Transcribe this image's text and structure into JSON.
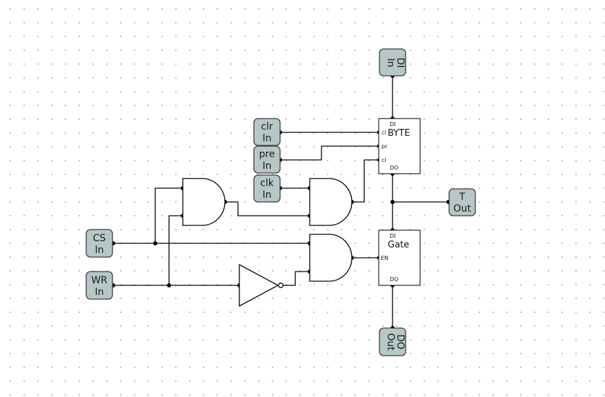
{
  "pins": {
    "di_in": {
      "name": "DI",
      "kind": "In"
    },
    "clr_in": {
      "name": "clr",
      "kind": "In"
    },
    "pre_in": {
      "name": "pre",
      "kind": "In"
    },
    "clk_in": {
      "name": "clk",
      "kind": "In"
    },
    "cs_in": {
      "name": "CS",
      "kind": "In"
    },
    "wr_in": {
      "name": "WR",
      "kind": "In"
    },
    "t_out": {
      "name": "T",
      "kind": "Out"
    },
    "do_out": {
      "name": "DO",
      "kind": "Out"
    }
  },
  "byte_block": {
    "title": "BYTE",
    "ports": {
      "di": "DI",
      "clr": "cl",
      "pre": "pr",
      "clk": "cl",
      "do": "DO"
    }
  },
  "gate_block": {
    "title": "Gate",
    "ports": {
      "di": "DI",
      "en": "EN",
      "do": "DO"
    }
  }
}
